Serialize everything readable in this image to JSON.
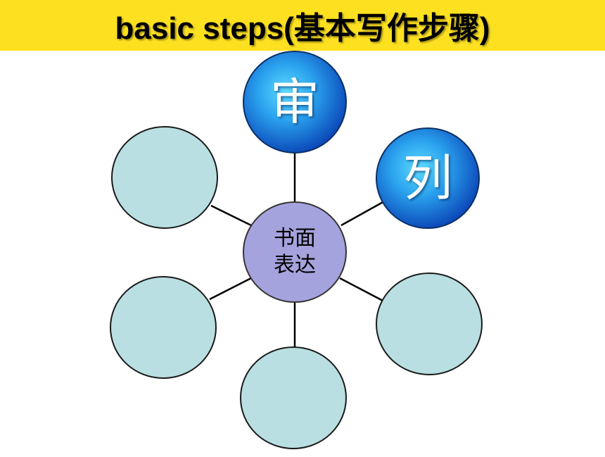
{
  "title": "basic steps(基本写作步骤)",
  "center_node": {
    "label": "书面\n表达",
    "color": "#a5a3dd"
  },
  "steps": [
    {
      "label": "审",
      "style": "filled",
      "color": "#1d7bd6"
    },
    {
      "label": "列",
      "style": "filled",
      "color": "#1d7bd6"
    },
    {
      "label": "",
      "style": "empty",
      "color": "#b9dfe2"
    },
    {
      "label": "",
      "style": "empty",
      "color": "#b9dfe2"
    },
    {
      "label": "",
      "style": "empty",
      "color": "#b9dfe2"
    },
    {
      "label": "",
      "style": "empty",
      "color": "#b9dfe2"
    }
  ],
  "colors": {
    "title_bar": "#fde120",
    "connector": "#000000"
  }
}
